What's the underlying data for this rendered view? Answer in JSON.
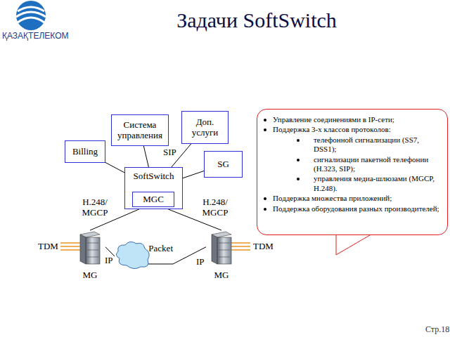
{
  "diagram": {
    "title": "Задачи SoftSwitch",
    "nodes": [
      {
        "text": [
          "Система управления"
        ]
      },
      {
        "text": [
          "Доп. услуги"
        ]
      },
      {
        "text": [
          "Billing"
        ]
      },
      {
        "text": [
          "SG"
        ]
      },
      {
        "text": [
          "SoftSwitch"
        ]
      },
      {
        "text": [
          "MGC"
        ],
        "in": 4
      },
      {
        "text": [
          "MG"
        ]
      },
      {
        "text": [
          "Packet"
        ]
      },
      {
        "text": [
          "MG"
        ]
      },
      {
        "text": [
          "Управление соединениями в IP-сети;",
          "Поддержка 3-х классов протоколов:",
          "телефонной сигнализации (SS7, DSS1);",
          "сигнализации пакетной телефонии (H.323, SIP);",
          "управления медиа-шлюзами (MGCP, H.248).",
          "Поддержка множества приложений;",
          "Поддержка оборудования разных производителей;"
        ]
      }
    ],
    "edges": [
      {
        "from": 2,
        "to": 4,
        "arrow": "none"
      },
      {
        "from": 0,
        "to": 4,
        "arrow": "none"
      },
      {
        "from": 1,
        "to": 4,
        "label": "SIP",
        "arrow": "none"
      },
      {
        "from": 3,
        "to": 4,
        "arrow": "none"
      },
      {
        "from": 4,
        "to": 6,
        "label": "H.248/ MGCP",
        "arrow": "none"
      },
      {
        "from": 4,
        "to": 8,
        "label": "H.248/ MGCP",
        "arrow": "none"
      },
      {
        "from": 6,
        "to": 7,
        "label": "IP",
        "arrow": "none"
      },
      {
        "from": 7,
        "to": 8,
        "label": "IP",
        "arrow": "none"
      }
    ],
    "labels": [
      "ҚАЗАҚТЕЛЕКОМ",
      "TDM",
      "TDM",
      "Стр.18"
    ]
  }
}
